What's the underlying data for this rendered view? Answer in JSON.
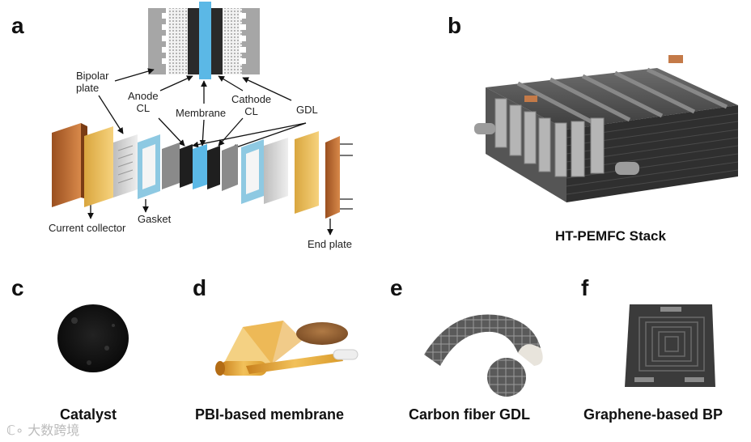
{
  "panels": {
    "a": {
      "letter": "a",
      "labels": {
        "bipolar_plate": "Bipolar\nplate",
        "anode_cl": "Anode\nCL",
        "membrane": "Membrane",
        "cathode_cl": "Cathode\nCL",
        "gdl": "GDL",
        "current_collector": "Current collector",
        "gasket": "Gasket",
        "end_plate": "End plate"
      }
    },
    "b": {
      "letter": "b",
      "caption": "HT-PEMFC Stack"
    },
    "c": {
      "letter": "c",
      "caption": "Catalyst"
    },
    "d": {
      "letter": "d",
      "caption": "PBI-based membrane"
    },
    "e": {
      "letter": "e",
      "caption": "Carbon fiber GDL"
    },
    "f": {
      "letter": "f",
      "caption": "Graphene-based BP"
    }
  },
  "watermark": "大数跨境",
  "colors": {
    "membrane_blue": "#5bb8e6",
    "copper": "#b8672f",
    "gold": "#e8bb55",
    "gasket": "#8ec9e2",
    "dark_layer": "#2f2f2f",
    "stack_body": "#3a3a3a",
    "kapton": "#e0a53a"
  }
}
